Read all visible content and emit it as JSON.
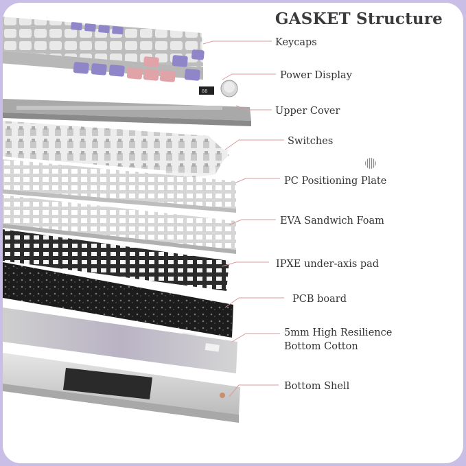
{
  "title": "GASKET Structure",
  "accent_line_color": "#d99a9a",
  "layers": [
    {
      "id": "keycaps",
      "label": "Keycaps"
    },
    {
      "id": "power-display",
      "label": "Power Display"
    },
    {
      "id": "upper-cover",
      "label": "Upper Cover"
    },
    {
      "id": "switches",
      "label": "Switches"
    },
    {
      "id": "pc-plate",
      "label": "PC Positioning Plate"
    },
    {
      "id": "eva-foam",
      "label": "EVA Sandwich Foam"
    },
    {
      "id": "ipxe-pad",
      "label": "IPXE under-axis pad"
    },
    {
      "id": "pcb",
      "label": "PCB board"
    },
    {
      "id": "bottom-cotton",
      "label": "5mm High Resilience",
      "label_line2": "Bottom Cotton"
    },
    {
      "id": "bottom-shell",
      "label": "Bottom Shell"
    }
  ]
}
